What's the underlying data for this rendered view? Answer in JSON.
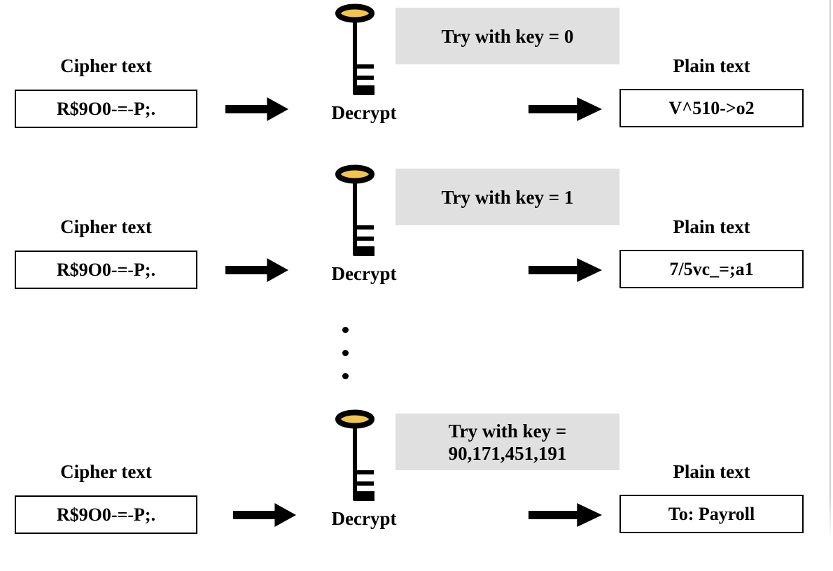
{
  "colors": {
    "key_fill": "#F2C64E",
    "try_box_bg": "#E0E0E0",
    "arrow_fill": "#000000"
  },
  "rows": [
    {
      "cipher_label": "Cipher text",
      "cipher_value": "R$9O0-=-P;.",
      "try_line1": "Try with key = 0",
      "try_line2": "",
      "decrypt_label": "Decrypt",
      "plain_label": "Plain text",
      "plain_value": "V^510->o2"
    },
    {
      "cipher_label": "Cipher text",
      "cipher_value": "R$9O0-=-P;.",
      "try_line1": "Try with key = 1",
      "try_line2": "",
      "decrypt_label": "Decrypt",
      "plain_label": "Plain text",
      "plain_value": "7/5vc_=;a1"
    },
    {
      "cipher_label": "Cipher text",
      "cipher_value": "R$9O0-=-P;.",
      "try_line1": "Try with key =",
      "try_line2": "90,171,451,191",
      "decrypt_label": "Decrypt",
      "plain_label": "Plain text",
      "plain_value": "To: Payroll"
    }
  ]
}
